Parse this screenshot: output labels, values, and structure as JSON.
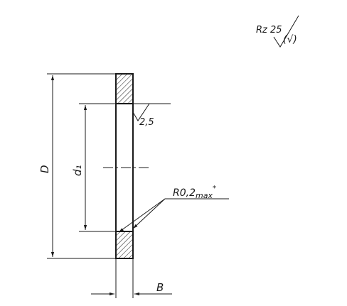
{
  "drawing": {
    "surface_finish": {
      "general_value": "Rz 25",
      "general_bracket_symbol": "(√)",
      "face_value": "2,5"
    },
    "dimensions": {
      "outer_diameter": "D",
      "inner_diameter": "d₁",
      "thickness": "B"
    },
    "radius_note": {
      "text": "R0,2",
      "subscript": "max",
      "mark": "*"
    }
  }
}
